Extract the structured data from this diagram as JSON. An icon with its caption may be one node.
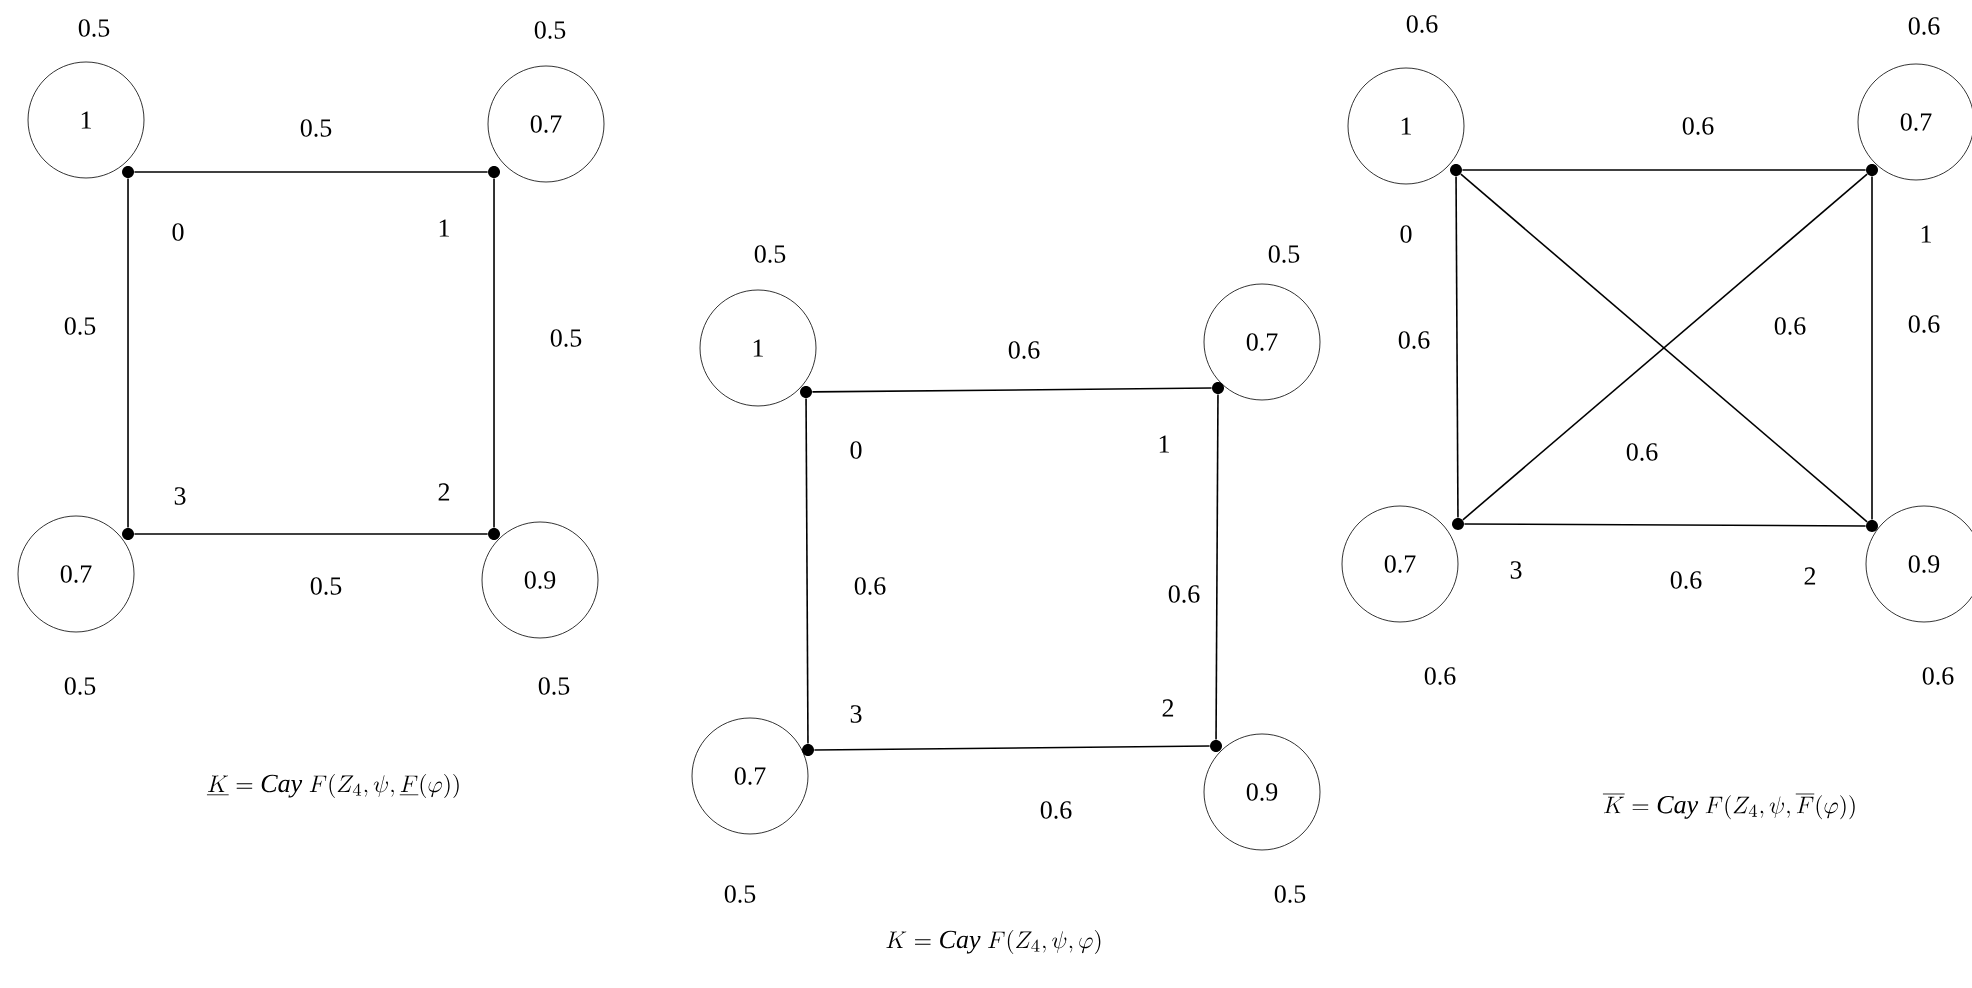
{
  "diagram": {
    "nodes": [
      {
        "text": [],
        "shape": "circle",
        "beside": [
          "0"
        ]
      },
      {
        "text": [],
        "shape": "circle",
        "beside": [
          "1"
        ]
      },
      {
        "text": [],
        "shape": "circle",
        "beside": [
          "2"
        ]
      },
      {
        "text": [],
        "shape": "circle",
        "beside": [
          "3"
        ]
      },
      {
        "text": [
          "1"
        ],
        "beside": [
          "0.5"
        ]
      },
      {
        "text": [
          "0.7"
        ],
        "beside": [
          "0.5"
        ]
      },
      {
        "text": [
          "0.9"
        ],
        "beside": [
          "0.5"
        ]
      },
      {
        "text": [
          "0.7"
        ],
        "beside": [
          "0.5"
        ]
      },
      {
        "text": [],
        "shape": "circle",
        "beside": [
          "0"
        ]
      },
      {
        "text": [],
        "shape": "circle",
        "beside": [
          "1"
        ]
      },
      {
        "text": [],
        "shape": "circle",
        "beside": [
          "2"
        ]
      },
      {
        "text": [],
        "shape": "circle",
        "beside": [
          "3"
        ]
      },
      {
        "text": [
          "1"
        ],
        "beside": [
          "0.5"
        ]
      },
      {
        "text": [
          "0.7"
        ],
        "beside": [
          "0.5"
        ]
      },
      {
        "text": [
          "0.9"
        ],
        "beside": [
          "0.5"
        ]
      },
      {
        "text": [
          "0.7"
        ],
        "beside": [
          "0.5"
        ]
      },
      {
        "text": [],
        "shape": "circle",
        "beside": [
          "0"
        ]
      },
      {
        "text": [],
        "shape": "circle",
        "beside": [
          "1"
        ]
      },
      {
        "text": [],
        "shape": "circle",
        "beside": [
          "2"
        ]
      },
      {
        "text": [],
        "shape": "circle",
        "beside": [
          "3"
        ]
      },
      {
        "text": [
          "1"
        ],
        "beside": [
          "0.6"
        ]
      },
      {
        "text": [
          "0.7"
        ],
        "beside": [
          "0.6"
        ]
      },
      {
        "text": [
          "0.9"
        ],
        "beside": [
          "0.6"
        ]
      },
      {
        "text": [
          "0.7"
        ],
        "beside": [
          "0.6"
        ]
      }
    ],
    "edges": [
      {
        "from": 0,
        "to": 1,
        "arrow": "none",
        "label": "0.5"
      },
      {
        "from": 1,
        "to": 2,
        "arrow": "none",
        "label": "0.5"
      },
      {
        "from": 2,
        "to": 3,
        "arrow": "none",
        "label": "0.5"
      },
      {
        "from": 3,
        "to": 0,
        "arrow": "none",
        "label": "0.5"
      },
      {
        "from": 8,
        "to": 9,
        "arrow": "none",
        "label": "0.6"
      },
      {
        "from": 9,
        "to": 10,
        "arrow": "none",
        "label": "0.6"
      },
      {
        "from": 10,
        "to": 11,
        "arrow": "none",
        "label": "0.6"
      },
      {
        "from": 11,
        "to": 8,
        "arrow": "none",
        "label": "0.6"
      },
      {
        "from": 16,
        "to": 17,
        "arrow": "none",
        "label": "0.6"
      },
      {
        "from": 17,
        "to": 18,
        "arrow": "none",
        "label": "0.6"
      },
      {
        "from": 18,
        "to": 19,
        "arrow": "none",
        "label": "0.6"
      },
      {
        "from": 19,
        "to": 16,
        "arrow": "none",
        "label": "0.6"
      },
      {
        "from": 16,
        "to": 18,
        "arrow": "none",
        "label": "0.6"
      },
      {
        "from": 17,
        "to": 19,
        "arrow": "none",
        "label": "0.6"
      }
    ],
    "labels": [
      "\\underline{K} = \\mathit{Cay}\\ F(Z_4,\\psi,\\underline{F}(\\varphi))",
      "K = \\mathit{Cay}\\ F(Z_4,\\psi,\\varphi)",
      "\\overline{K} = \\mathit{Cay}\\ F(Z_4,\\psi,\\overline{F}(\\varphi))"
    ]
  }
}
